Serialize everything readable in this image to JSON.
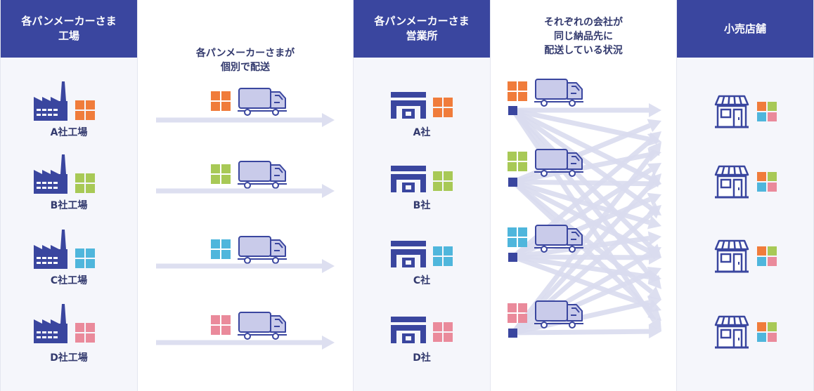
{
  "colors": {
    "navy": "#3a469f",
    "truck": "#c9cbea",
    "arrow": "#d9dbee",
    "orange": "#f07c3b",
    "green": "#a8c956",
    "blue": "#4fb6dc",
    "pink": "#ea8a9b"
  },
  "factories": {
    "header": "各パンメーカーさま\n工場",
    "items": [
      {
        "label": "A社工場",
        "color": "orange",
        "icon": "factory-icon"
      },
      {
        "label": "B社工場",
        "color": "green",
        "icon": "factory-icon"
      },
      {
        "label": "C社工場",
        "color": "blue",
        "icon": "factory-icon"
      },
      {
        "label": "D社工場",
        "color": "pink",
        "icon": "factory-icon"
      }
    ]
  },
  "direct_delivery": {
    "caption": "各パンメーカーさまが\n個別で配送",
    "rows": [
      {
        "color": "orange",
        "icon": "truck-icon"
      },
      {
        "color": "green",
        "icon": "truck-icon"
      },
      {
        "color": "blue",
        "icon": "truck-icon"
      },
      {
        "color": "pink",
        "icon": "truck-icon"
      }
    ]
  },
  "offices": {
    "header": "各パンメーカーさま\n営業所",
    "items": [
      {
        "label": "A社",
        "color": "orange",
        "icon": "office-icon"
      },
      {
        "label": "B社",
        "color": "green",
        "icon": "office-icon"
      },
      {
        "label": "C社",
        "color": "blue",
        "icon": "office-icon"
      },
      {
        "label": "D社",
        "color": "pink",
        "icon": "office-icon"
      }
    ]
  },
  "cross_delivery": {
    "caption": "それぞれの会社が\n同じ納品先に\n配送している状況",
    "rows": [
      {
        "color": "orange",
        "icon": "truck-icon"
      },
      {
        "color": "green",
        "icon": "truck-icon"
      },
      {
        "color": "blue",
        "icon": "truck-icon"
      },
      {
        "color": "pink",
        "icon": "truck-icon"
      }
    ]
  },
  "retail": {
    "header": "小売店舗",
    "store_count": 4,
    "store_icon": "storefront-icon",
    "tile_colors": [
      "orange",
      "green",
      "blue",
      "pink"
    ]
  }
}
